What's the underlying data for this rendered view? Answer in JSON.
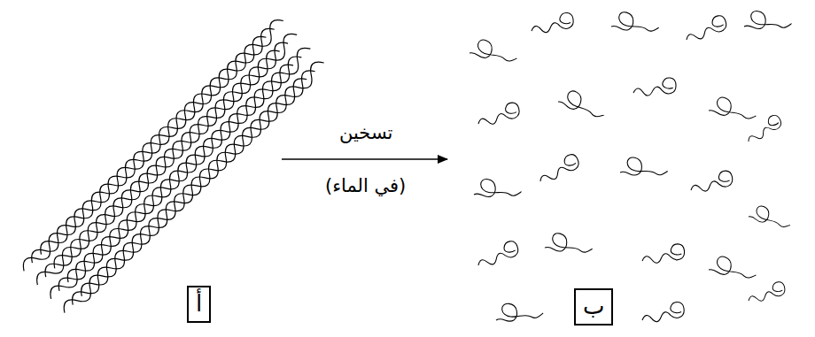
{
  "diagram": {
    "nodes": [
      {
        "text": [
          "أ"
        ]
      },
      {
        "text": [
          "ب"
        ]
      }
    ],
    "labels": [
      "تسخين",
      "(في الماء)"
    ]
  }
}
